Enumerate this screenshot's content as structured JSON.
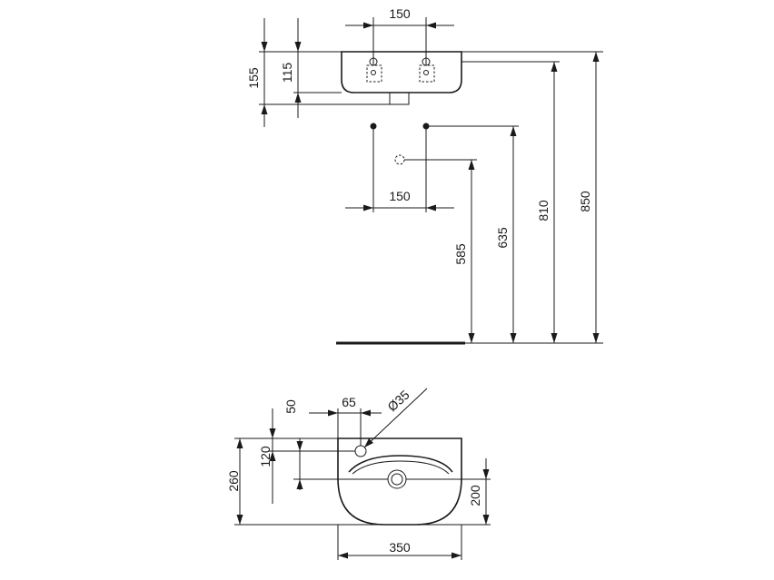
{
  "dimensions": {
    "top_tap_spacing": "150",
    "basin_height_overall": "155",
    "basin_height_body": "115",
    "fixing_spacing": "150",
    "waste_height": "585",
    "supply_height": "635",
    "fixing_height": "810",
    "rim_height": "850",
    "tap_hole_from_wall": "50",
    "tap_hole_offset": "65",
    "tap_hole_diameter": "Ø35",
    "tap_hole_depth": "120",
    "basin_projection": "260",
    "bowl_depth": "200",
    "basin_width": "350"
  },
  "colors": {
    "line": "#1a1a1a",
    "background": "#ffffff"
  }
}
